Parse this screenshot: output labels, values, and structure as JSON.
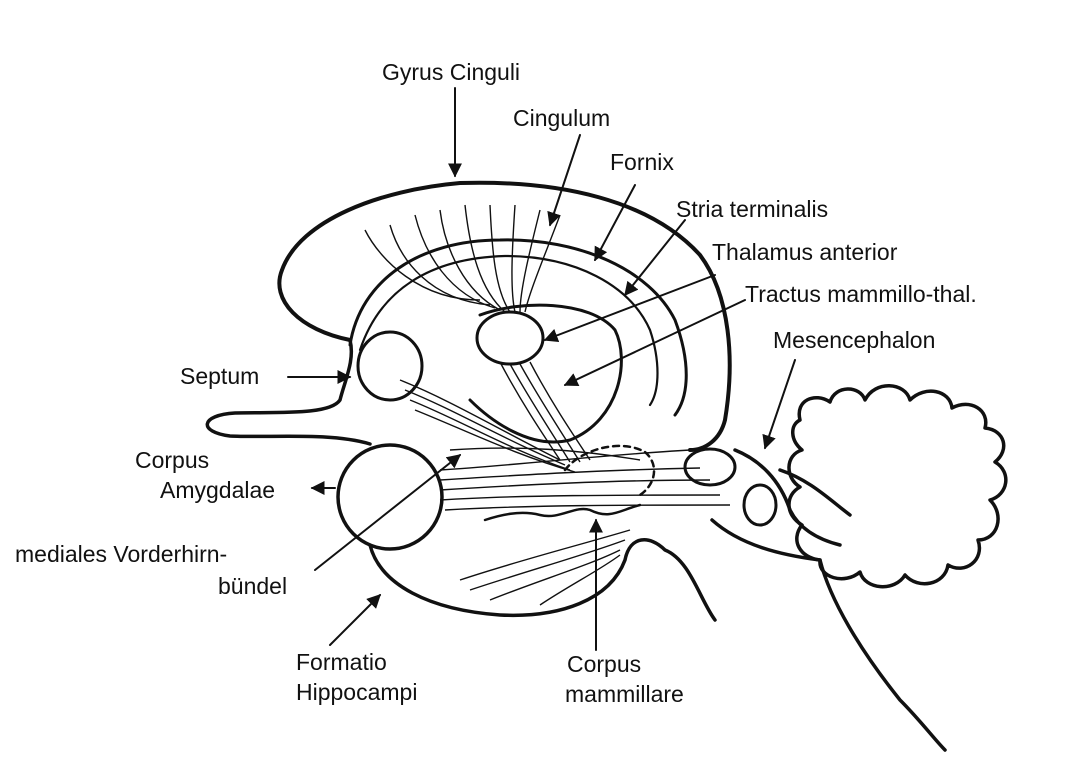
{
  "colors": {
    "ink": "#111111",
    "paper": "#ffffff"
  },
  "labels": {
    "gyrus_cinguli": "Gyrus Cinguli",
    "cingulum": "Cingulum",
    "fornix": "Fornix",
    "stria_terminalis": "Stria terminalis",
    "thalamus_anterior": "Thalamus anterior",
    "tractus_mammillo_thal": "Tractus mammillo-thal.",
    "mesencephalon": "Mesencephalon",
    "septum": "Septum",
    "corpus_amygdalae_1": "Corpus",
    "corpus_amygdalae_2": "Amygdalae",
    "mediales_vorderhirn_1": "mediales Vorderhirn-",
    "mediales_vorderhirn_2": "bündel",
    "formatio_hippocampi_1": "Formatio",
    "formatio_hippocampi_2": "Hippocampi",
    "corpus_mammillare_1": "Corpus",
    "corpus_mammillare_2": "mammillare"
  }
}
